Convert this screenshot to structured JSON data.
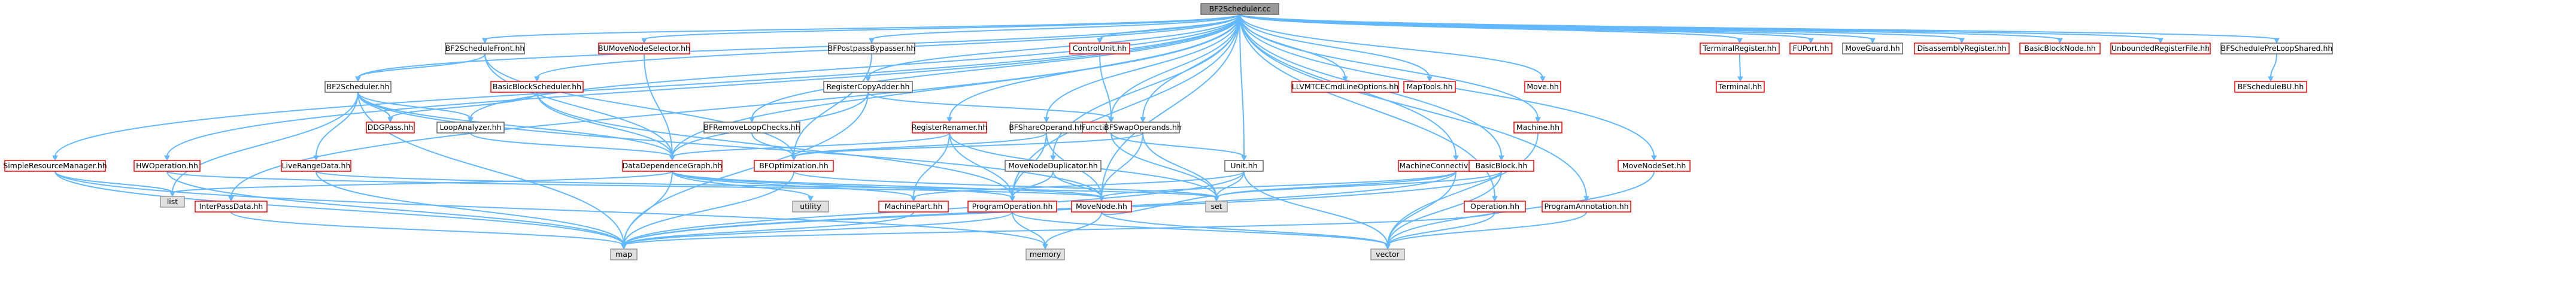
{
  "graph": {
    "colors": {
      "edge": "#63b8ff",
      "root_fill": "#999999",
      "red_border": "#ff0000",
      "gray_border": "#666666",
      "system_fill": "#e0e0e0"
    },
    "nodes": [
      {
        "id": "root",
        "label": "BF2Scheduler.cc",
        "style": "root"
      },
      {
        "id": "bf2schedfront",
        "label": "BF2ScheduleFront.hh",
        "style": "gray"
      },
      {
        "id": "bumove",
        "label": "BUMoveNodeSelector.hh",
        "style": "red"
      },
      {
        "id": "bfpostpass",
        "label": "BFPostpassBypasser.hh",
        "style": "gray"
      },
      {
        "id": "controlunit",
        "label": "ControlUnit.hh",
        "style": "red"
      },
      {
        "id": "llvmtce",
        "label": "LLVMTCECmdLineOptions.hh",
        "style": "red"
      },
      {
        "id": "maptools",
        "label": "MapTools.hh",
        "style": "red"
      },
      {
        "id": "move",
        "label": "Move.hh",
        "style": "red"
      },
      {
        "id": "termreg",
        "label": "TerminalRegister.hh",
        "style": "red"
      },
      {
        "id": "fuport",
        "label": "FUPort.hh",
        "style": "red"
      },
      {
        "id": "moveguard",
        "label": "MoveGuard.hh",
        "style": "gray"
      },
      {
        "id": "disasmreg",
        "label": "DisassemblyRegister.hh",
        "style": "red"
      },
      {
        "id": "basicblocknode",
        "label": "BasicBlockNode.hh",
        "style": "red"
      },
      {
        "id": "unboundreg",
        "label": "UnboundedRegisterFile.hh",
        "style": "red"
      },
      {
        "id": "bfpreloop",
        "label": "BFSchedulePreLoopShared.hh",
        "style": "gray"
      },
      {
        "id": "bf2scheduler",
        "label": "BF2Scheduler.hh",
        "style": "gray"
      },
      {
        "id": "bbscheduler",
        "label": "BasicBlockScheduler.hh",
        "style": "red"
      },
      {
        "id": "regcopy",
        "label": "RegisterCopyAdder.hh",
        "style": "gray"
      },
      {
        "id": "terminal",
        "label": "Terminal.hh",
        "style": "red"
      },
      {
        "id": "bfschedbu",
        "label": "BFScheduleBU.hh",
        "style": "red"
      },
      {
        "id": "ddgpass",
        "label": "DDGPass.hh",
        "style": "red"
      },
      {
        "id": "loopanalyzer",
        "label": "LoopAnalyzer.hh",
        "style": "gray"
      },
      {
        "id": "functionunit",
        "label": "FunctionUnit.hh",
        "style": "red"
      },
      {
        "id": "bfremoveloop",
        "label": "BFRemoveLoopChecks.hh",
        "style": "gray"
      },
      {
        "id": "regrenamer",
        "label": "RegisterRenamer.hh",
        "style": "red"
      },
      {
        "id": "bfshareop",
        "label": "BFShareOperand.hh",
        "style": "gray"
      },
      {
        "id": "bfswapop",
        "label": "BFSwapOperands.hh",
        "style": "gray"
      },
      {
        "id": "machine",
        "label": "Machine.hh",
        "style": "red"
      },
      {
        "id": "simpleres",
        "label": "SimpleResourceManager.hh",
        "style": "red"
      },
      {
        "id": "hwop",
        "label": "HWOperation.hh",
        "style": "red"
      },
      {
        "id": "liverange",
        "label": "LiveRangeData.hh",
        "style": "red"
      },
      {
        "id": "ddg",
        "label": "DataDependenceGraph.hh",
        "style": "red"
      },
      {
        "id": "bfopt",
        "label": "BFOptimization.hh",
        "style": "red"
      },
      {
        "id": "movenodedup",
        "label": "MoveNodeDuplicator.hh",
        "style": "gray"
      },
      {
        "id": "unit",
        "label": "Unit.hh",
        "style": "gray"
      },
      {
        "id": "mcc",
        "label": "MachineConnectivityCheck.hh",
        "style": "red"
      },
      {
        "id": "basicblock",
        "label": "BasicBlock.hh",
        "style": "red"
      },
      {
        "id": "movenodeset",
        "label": "MoveNodeSet.hh",
        "style": "red"
      },
      {
        "id": "list",
        "label": "list",
        "style": "sys"
      },
      {
        "id": "interpass",
        "label": "InterPassData.hh",
        "style": "red"
      },
      {
        "id": "utility",
        "label": "utility",
        "style": "sys"
      },
      {
        "id": "machinepart",
        "label": "MachinePart.hh",
        "style": "red"
      },
      {
        "id": "progop",
        "label": "ProgramOperation.hh",
        "style": "red"
      },
      {
        "id": "movenode",
        "label": "MoveNode.hh",
        "style": "red"
      },
      {
        "id": "set",
        "label": "set",
        "style": "sys"
      },
      {
        "id": "operation",
        "label": "Operation.hh",
        "style": "red"
      },
      {
        "id": "progannot",
        "label": "ProgramAnnotation.hh",
        "style": "red"
      },
      {
        "id": "map",
        "label": "map",
        "style": "sys"
      },
      {
        "id": "memory",
        "label": "memory",
        "style": "sys"
      },
      {
        "id": "vector",
        "label": "vector",
        "style": "sys"
      }
    ],
    "edges": [
      [
        "root",
        "bf2schedfront"
      ],
      [
        "root",
        "bumove"
      ],
      [
        "root",
        "bfpostpass"
      ],
      [
        "root",
        "controlunit"
      ],
      [
        "root",
        "llvmtce"
      ],
      [
        "root",
        "maptools"
      ],
      [
        "root",
        "move"
      ],
      [
        "root",
        "termreg"
      ],
      [
        "root",
        "fuport"
      ],
      [
        "root",
        "moveguard"
      ],
      [
        "root",
        "disasmreg"
      ],
      [
        "root",
        "basicblocknode"
      ],
      [
        "root",
        "unboundreg"
      ],
      [
        "root",
        "bfpreloop"
      ],
      [
        "root",
        "bf2scheduler"
      ],
      [
        "root",
        "bbscheduler"
      ],
      [
        "root",
        "regcopy"
      ],
      [
        "root",
        "loopanalyzer"
      ],
      [
        "root",
        "functionunit"
      ],
      [
        "root",
        "bfremoveloop"
      ],
      [
        "root",
        "regrenamer"
      ],
      [
        "root",
        "bfshareop"
      ],
      [
        "root",
        "bfswapop"
      ],
      [
        "root",
        "machine"
      ],
      [
        "root",
        "simpleres"
      ],
      [
        "root",
        "hwop"
      ],
      [
        "root",
        "interpass"
      ],
      [
        "root",
        "ddg"
      ],
      [
        "root",
        "movenodedup"
      ],
      [
        "root",
        "unit"
      ],
      [
        "root",
        "mcc"
      ],
      [
        "root",
        "basicblock"
      ],
      [
        "root",
        "movenodeset"
      ],
      [
        "root",
        "movenode"
      ],
      [
        "root",
        "operation"
      ],
      [
        "root",
        "progannot"
      ],
      [
        "root",
        "progop"
      ],
      [
        "bf2schedfront",
        "bf2scheduler"
      ],
      [
        "bf2schedfront",
        "ddg"
      ],
      [
        "bf2schedfront",
        "bfopt"
      ],
      [
        "bumove",
        "ddg"
      ],
      [
        "bfpostpass",
        "bfopt"
      ],
      [
        "controlunit",
        "functionunit"
      ],
      [
        "termreg",
        "terminal"
      ],
      [
        "bfpreloop",
        "bfschedbu"
      ],
      [
        "bf2scheduler",
        "ddgpass"
      ],
      [
        "bf2scheduler",
        "loopanalyzer"
      ],
      [
        "bf2scheduler",
        "liverange"
      ],
      [
        "bf2scheduler",
        "ddg"
      ],
      [
        "bf2scheduler",
        "map"
      ],
      [
        "bf2scheduler",
        "movenode"
      ],
      [
        "bf2scheduler",
        "list"
      ],
      [
        "bbscheduler",
        "ddgpass"
      ],
      [
        "bbscheduler",
        "ddg"
      ],
      [
        "bbscheduler",
        "progop"
      ],
      [
        "regcopy",
        "ddg"
      ],
      [
        "regcopy",
        "functionunit"
      ],
      [
        "regcopy",
        "map"
      ],
      [
        "loopanalyzer",
        "ddg"
      ],
      [
        "functionunit",
        "unit"
      ],
      [
        "functionunit",
        "set"
      ],
      [
        "bfremoveloop",
        "bfopt"
      ],
      [
        "regrenamer",
        "ddg"
      ],
      [
        "regrenamer",
        "set"
      ],
      [
        "regrenamer",
        "machinepart"
      ],
      [
        "regrenamer",
        "progop"
      ],
      [
        "bfshareop",
        "bfopt"
      ],
      [
        "bfshareop",
        "progop"
      ],
      [
        "bfshareop",
        "movenode"
      ],
      [
        "bfswapop",
        "bfopt"
      ],
      [
        "bfswapop",
        "movenode"
      ],
      [
        "bfswapop",
        "set"
      ],
      [
        "machine",
        "vector"
      ],
      [
        "simpleres",
        "map"
      ],
      [
        "simpleres",
        "memory"
      ],
      [
        "simpleres",
        "list"
      ],
      [
        "hwop",
        "map"
      ],
      [
        "hwop",
        "movenode"
      ],
      [
        "liverange",
        "map"
      ],
      [
        "liverange",
        "set"
      ],
      [
        "ddg",
        "machinepart"
      ],
      [
        "ddg",
        "progop"
      ],
      [
        "ddg",
        "movenode"
      ],
      [
        "ddg",
        "utility"
      ],
      [
        "ddg",
        "map"
      ],
      [
        "ddg",
        "list"
      ],
      [
        "bfopt",
        "map"
      ],
      [
        "bfopt",
        "set"
      ],
      [
        "movenodedup",
        "progop"
      ],
      [
        "movenodedup",
        "movenode"
      ],
      [
        "unit",
        "set"
      ],
      [
        "unit",
        "map"
      ],
      [
        "unit",
        "vector"
      ],
      [
        "unit",
        "machinepart"
      ],
      [
        "mcc",
        "movenode"
      ],
      [
        "mcc",
        "vector"
      ],
      [
        "mcc",
        "set"
      ],
      [
        "mcc",
        "map"
      ],
      [
        "basicblock",
        "vector"
      ],
      [
        "basicblock",
        "map"
      ],
      [
        "basicblock",
        "set"
      ],
      [
        "movenodeset",
        "vector"
      ],
      [
        "interpass",
        "map"
      ],
      [
        "machinepart",
        "map"
      ],
      [
        "progop",
        "map"
      ],
      [
        "progop",
        "vector"
      ],
      [
        "progop",
        "memory"
      ],
      [
        "movenode",
        "set"
      ],
      [
        "movenode",
        "vector"
      ],
      [
        "movenode",
        "memory"
      ],
      [
        "operation",
        "map"
      ],
      [
        "operation",
        "vector"
      ],
      [
        "progannot",
        "vector"
      ]
    ]
  }
}
